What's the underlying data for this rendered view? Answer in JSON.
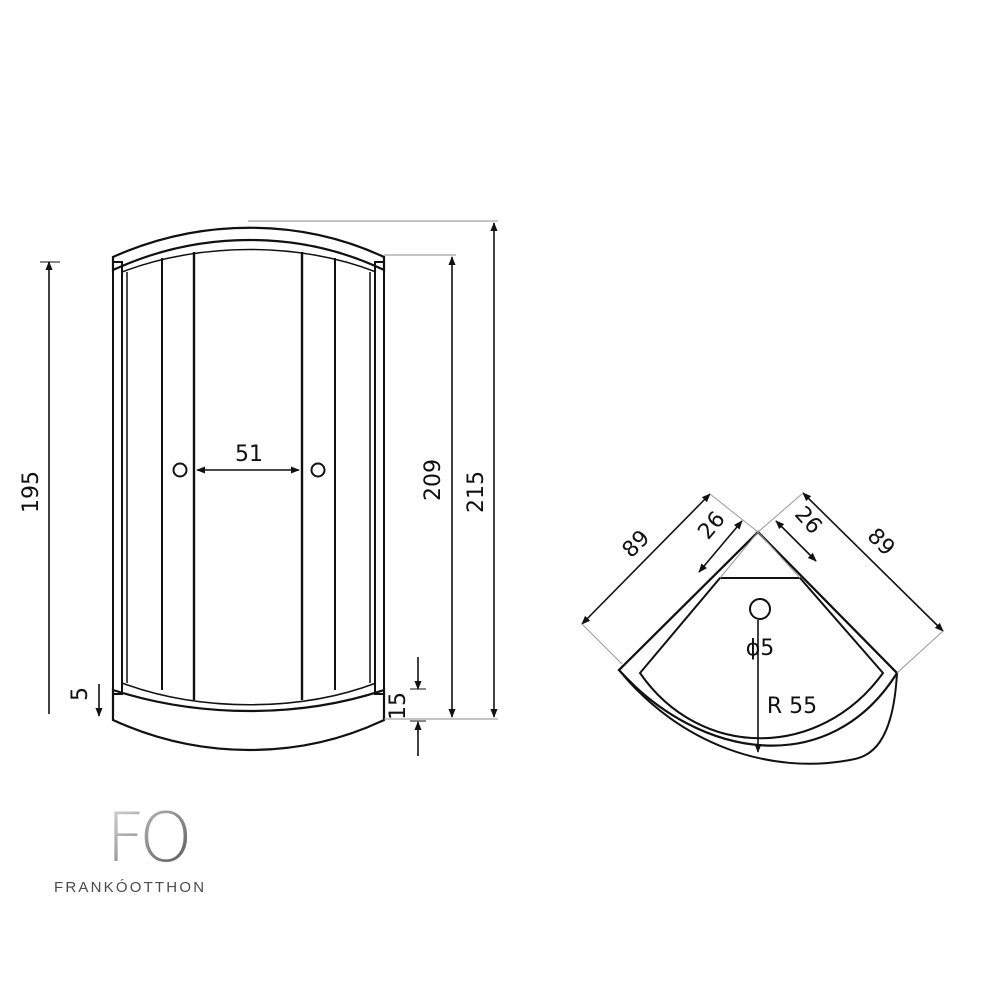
{
  "front_view": {
    "dimensions": {
      "total_height_left": "195",
      "handle_spacing": "51",
      "frame_height": "209",
      "total_height_right": "215",
      "tray_bottom_offset": "5",
      "tray_height": "15"
    }
  },
  "top_view": {
    "dimensions": {
      "left_side": "89",
      "right_side": "89",
      "left_inner": "26",
      "right_inner": "26",
      "drain_diameter": "ϕ5",
      "corner_radius": "R 55"
    }
  },
  "logo": {
    "monogram": "FO",
    "wordmark": "FRANKÓOTTHON",
    "colors": {
      "gradient_light": "#d9d9d9",
      "gradient_dark": "#555555",
      "text": "#4a4a4a"
    }
  }
}
